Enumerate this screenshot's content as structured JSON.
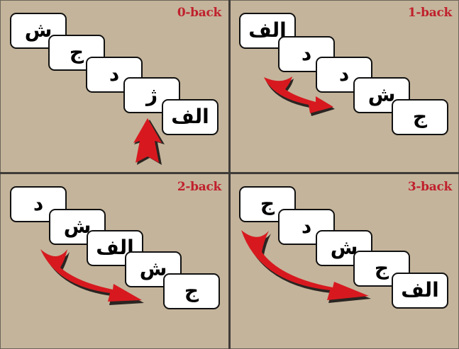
{
  "colors": {
    "background": "#c4b49b",
    "divider": "#3f3c38",
    "label": "#c0202c",
    "arrow": "#d7191f",
    "arrow_shadow": "#2a2522",
    "card_fill": "#ffffff",
    "card_border": "#111111"
  },
  "panels": [
    {
      "label": "0-back",
      "cards": [
        "ش",
        "ج",
        "د",
        "ژ",
        "الف"
      ],
      "arrow": "straight-up-arrow",
      "arrow_target_card": 4
    },
    {
      "label": "1-back",
      "cards": [
        "الف",
        "د",
        "د",
        "ش",
        "ج"
      ],
      "arrow": "curved-arrow-span-1",
      "arrow_target_card": 3
    },
    {
      "label": "2-back",
      "cards": [
        "د",
        "ش",
        "الف",
        "ش",
        "ج"
      ],
      "arrow": "curved-arrow-span-2",
      "arrow_target_card": 4
    },
    {
      "label": "3-back",
      "cards": [
        "ج",
        "د",
        "ش",
        "ج",
        "الف"
      ],
      "arrow": "curved-arrow-span-3",
      "arrow_target_card": 4
    }
  ]
}
